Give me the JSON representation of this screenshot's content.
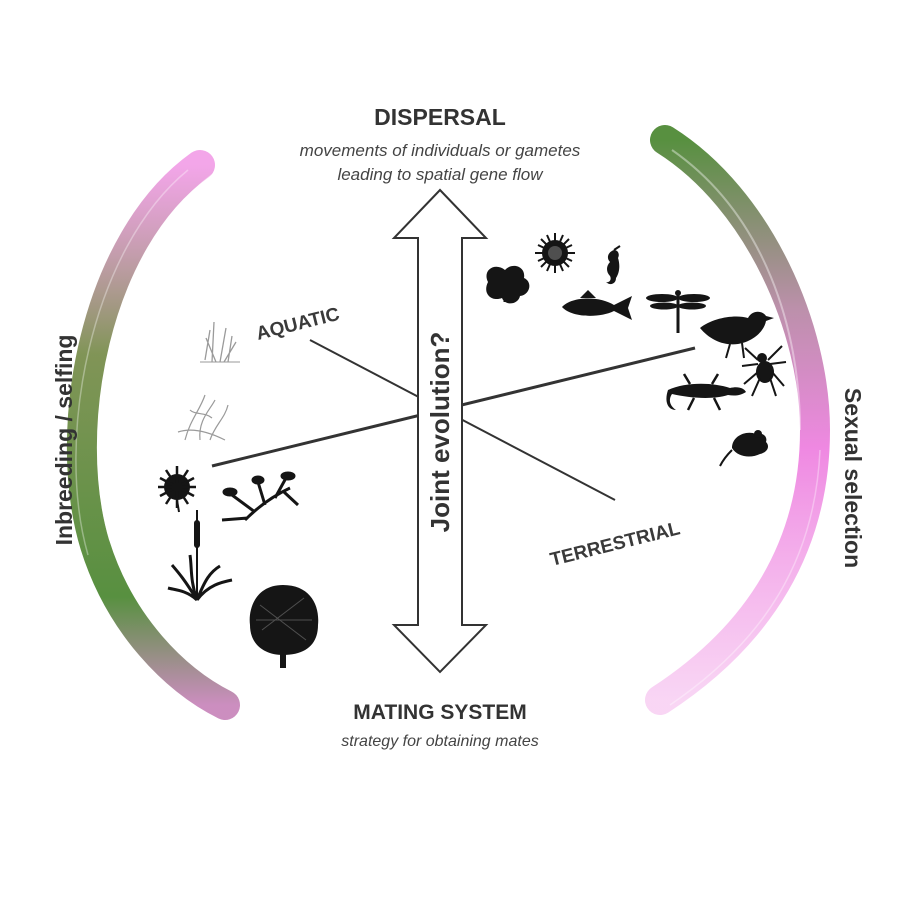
{
  "top": {
    "heading": "DISPERSAL",
    "line1": "movements of individuals or gametes",
    "line2": "leading to spatial gene flow"
  },
  "bottom": {
    "heading": "MATING SYSTEM",
    "line1": "strategy for obtaining mates"
  },
  "left_arc_label": "Inbreeding / selfing",
  "right_arc_label": "Sexual selection",
  "arrow_label": "Joint evolution?",
  "axis_labels": {
    "aquatic": "AQUATIC",
    "terrestrial": "TERRESTRIAL"
  },
  "colors": {
    "pink": "#ee82e0",
    "green": "#4f8a36",
    "text": "#333333",
    "silhouette": "#151515"
  },
  "icons": [
    "grass-sketch-icon",
    "aquatic-plant-sketch-icon",
    "thistle-flower-icon",
    "branching-plant-icon",
    "cattail-plant-icon",
    "tree-icon",
    "coral-icon",
    "sea-urchin-icon",
    "seahorse-icon",
    "fish-icon",
    "dragonfly-icon",
    "bird-icon",
    "spider-icon",
    "lizard-icon",
    "mouse-icon"
  ]
}
